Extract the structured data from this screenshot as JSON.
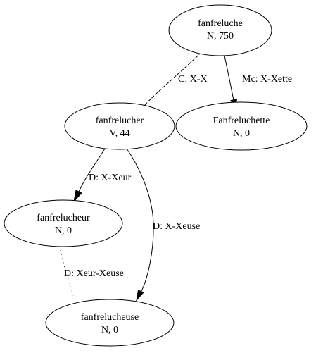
{
  "graph": {
    "nodes": [
      {
        "id": "fanfreluche",
        "word": "fanfreluche",
        "info": "N, 750"
      },
      {
        "id": "fanfrelucher",
        "word": "fanfrelucher",
        "info": "V, 44"
      },
      {
        "id": "Fanfreluchette",
        "word": "Fanfreluchette",
        "info": "N, 0"
      },
      {
        "id": "fanfrelucheur",
        "word": "fanfrelucheur",
        "info": "N, 0"
      },
      {
        "id": "fanfrelucheuse",
        "word": "fanfrelucheuse",
        "info": "N, 0"
      }
    ],
    "edges": [
      {
        "id": "e1",
        "from": "fanfreluche",
        "to": "fanfrelucher",
        "label": "C: X-X",
        "style": "dashed",
        "arrow": false
      },
      {
        "id": "e2",
        "from": "fanfreluche",
        "to": "Fanfreluchette",
        "label": "Mc: X-Xette",
        "style": "solid",
        "arrow": true
      },
      {
        "id": "e3",
        "from": "fanfrelucher",
        "to": "fanfrelucheur",
        "label": "D: X-Xeur",
        "style": "solid",
        "arrow": true
      },
      {
        "id": "e4",
        "from": "fanfrelucher",
        "to": "fanfrelucheuse",
        "label": "D: X-Xeuse",
        "style": "solid",
        "arrow": true
      },
      {
        "id": "e5",
        "from": "fanfrelucheur",
        "to": "fanfrelucheuse",
        "label": "D: Xeur-Xeuse",
        "style": "dotted",
        "arrow": false
      }
    ]
  }
}
